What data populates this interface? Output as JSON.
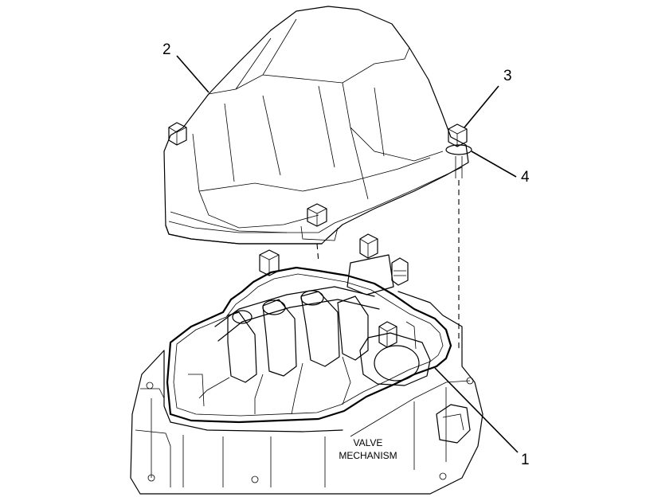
{
  "callouts": {
    "one": "1",
    "two": "2",
    "three": "3",
    "four": "4"
  },
  "part_label": {
    "line1": "VALVE",
    "line2": "MECHANISM"
  }
}
